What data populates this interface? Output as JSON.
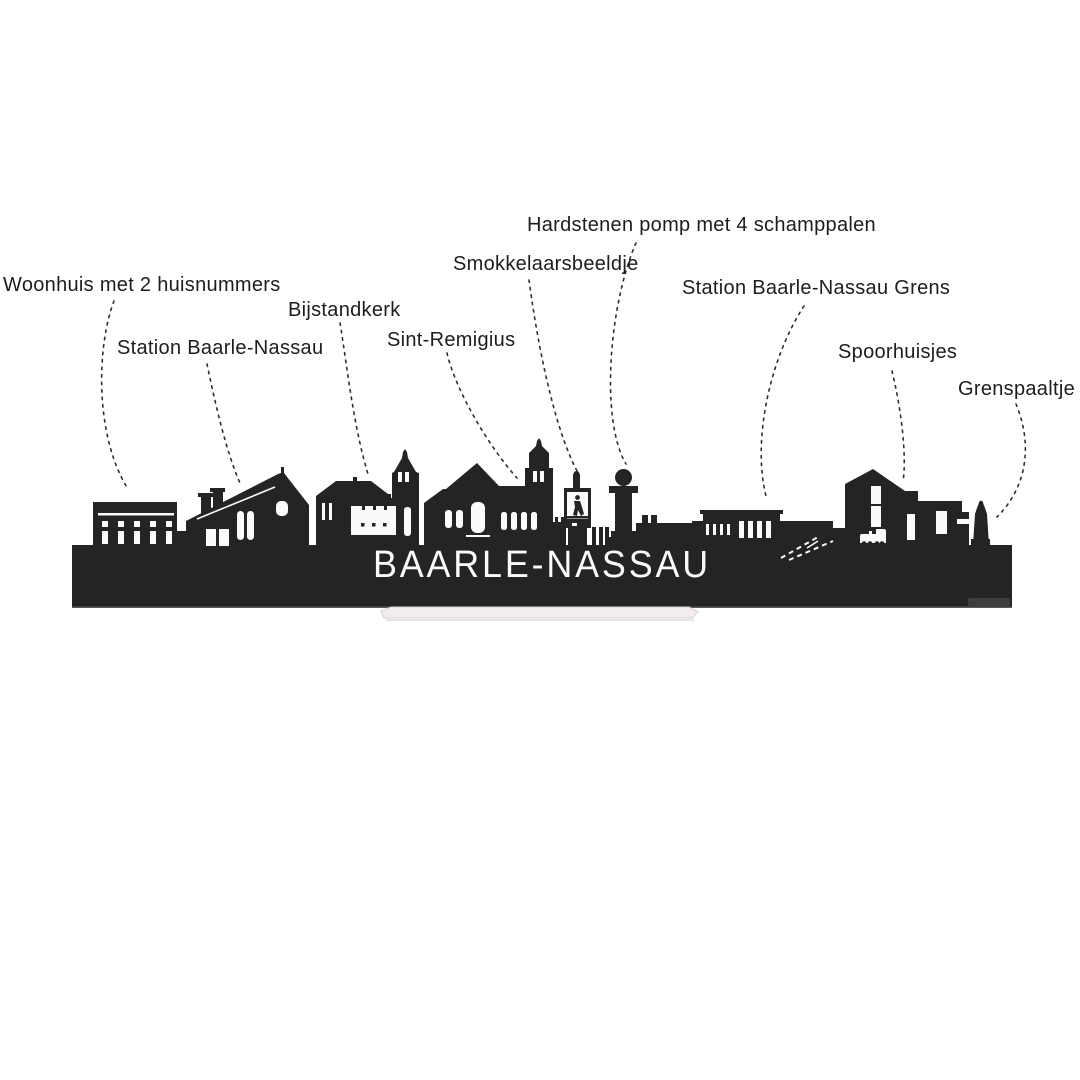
{
  "artwork": {
    "title_text": "BAARLE-NASSAU",
    "colors": {
      "background": "#ffffff",
      "silhouette": "#242424",
      "cutout": "#fafafa",
      "leader": "#2e2e2e",
      "label_text": "#1d1d1d",
      "stand": "#f2ecec",
      "stand_edge": "#d8cfcf",
      "base_edge": "#5a5a5a",
      "watermark": "#3e3e3e"
    }
  },
  "annotations": [
    {
      "label": "Woonhuis met 2 huisnummers"
    },
    {
      "label": "Station Baarle-Nassau"
    },
    {
      "label": "Bijstandkerk"
    },
    {
      "label": "Sint-Remigius"
    },
    {
      "label": "Smokkelaarsbeeldje"
    },
    {
      "label": "Hardstenen pomp met 4 schamppalen"
    },
    {
      "label": "Station Baarle-Nassau Grens"
    },
    {
      "label": "Spoorhuisjes"
    },
    {
      "label": "Grenspaaltje"
    }
  ]
}
